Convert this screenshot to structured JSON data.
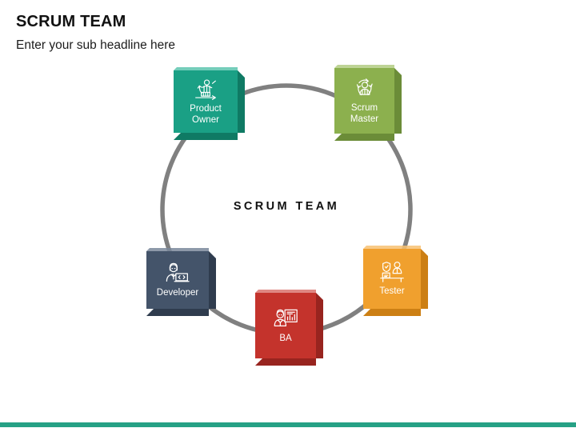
{
  "header": {
    "title": "SCRUM TEAM",
    "subtitle": "Enter your sub headline here"
  },
  "diagram": {
    "center_label": "SCRUM TEAM",
    "ring_color": "#808080",
    "nodes": [
      {
        "id": "product-owner",
        "line1": "Product",
        "line2": "Owner",
        "icon": "product-owner-icon",
        "color": "#1aa085",
        "shade": "#0f7a64",
        "highlight": "#5cc4ae"
      },
      {
        "id": "scrum-master",
        "line1": "Scrum",
        "line2": "Master",
        "icon": "scrum-master-icon",
        "color": "#8cb04e",
        "shade": "#6b8c38",
        "highlight": "#b3cc84"
      },
      {
        "id": "tester",
        "line1": "Tester",
        "line2": "",
        "icon": "tester-icon",
        "color": "#f0a02e",
        "shade": "#cc7f14",
        "highlight": "#f7c172"
      },
      {
        "id": "ba",
        "line1": "BA",
        "line2": "",
        "icon": "ba-icon",
        "color": "#c4332c",
        "shade": "#98241f",
        "highlight": "#d9736d"
      },
      {
        "id": "developer",
        "line1": "Developer",
        "line2": "",
        "icon": "developer-icon",
        "color": "#44546a",
        "shade": "#2f3c4e",
        "highlight": "#79879a"
      }
    ]
  },
  "footer": {
    "bar_color": "#26a185"
  }
}
